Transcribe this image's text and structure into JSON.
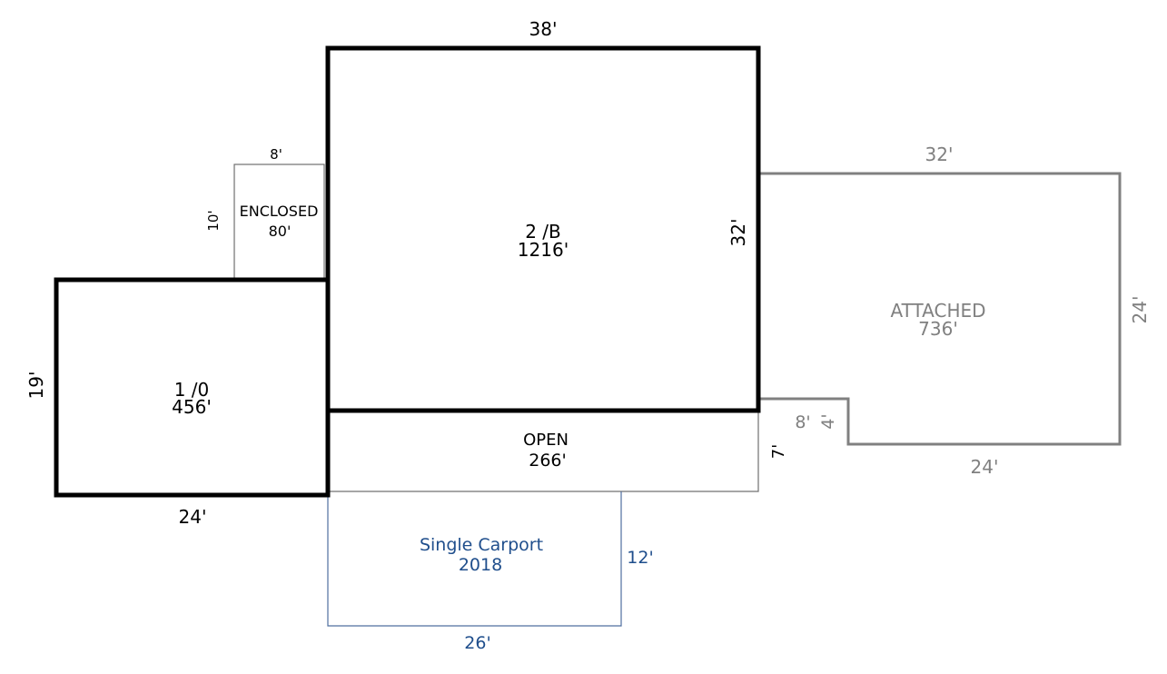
{
  "colors": {
    "main": "#000000",
    "secondary": "#707070",
    "attached": "#808080",
    "carport": "#4f6f9f",
    "carport_text": "#1f4e8c"
  },
  "areas": {
    "main_2b": {
      "name": "2 /B",
      "area": "1216'"
    },
    "main_10": {
      "name": "1 /0",
      "area": "456'"
    },
    "enclosed": {
      "name": "ENCLOSED",
      "area": "80'"
    },
    "open": {
      "name": "OPEN",
      "area": "266'"
    },
    "attached": {
      "name": "ATTACHED",
      "area": "736'"
    },
    "carport": {
      "name": "Single Carport",
      "area": "2018"
    }
  },
  "dimensions": {
    "top_38": "38'",
    "right_32": "32'",
    "left_19": "19'",
    "bottom_24": "24'",
    "enclosed_width": "8'",
    "enclosed_height": "10'",
    "attached_top": "32'",
    "attached_right": "24'",
    "attached_bottom": "24'",
    "attached_notch_width": "8'",
    "attached_notch_height": "4'",
    "open_height": "7'",
    "carport_height": "12'",
    "carport_width": "26'"
  }
}
